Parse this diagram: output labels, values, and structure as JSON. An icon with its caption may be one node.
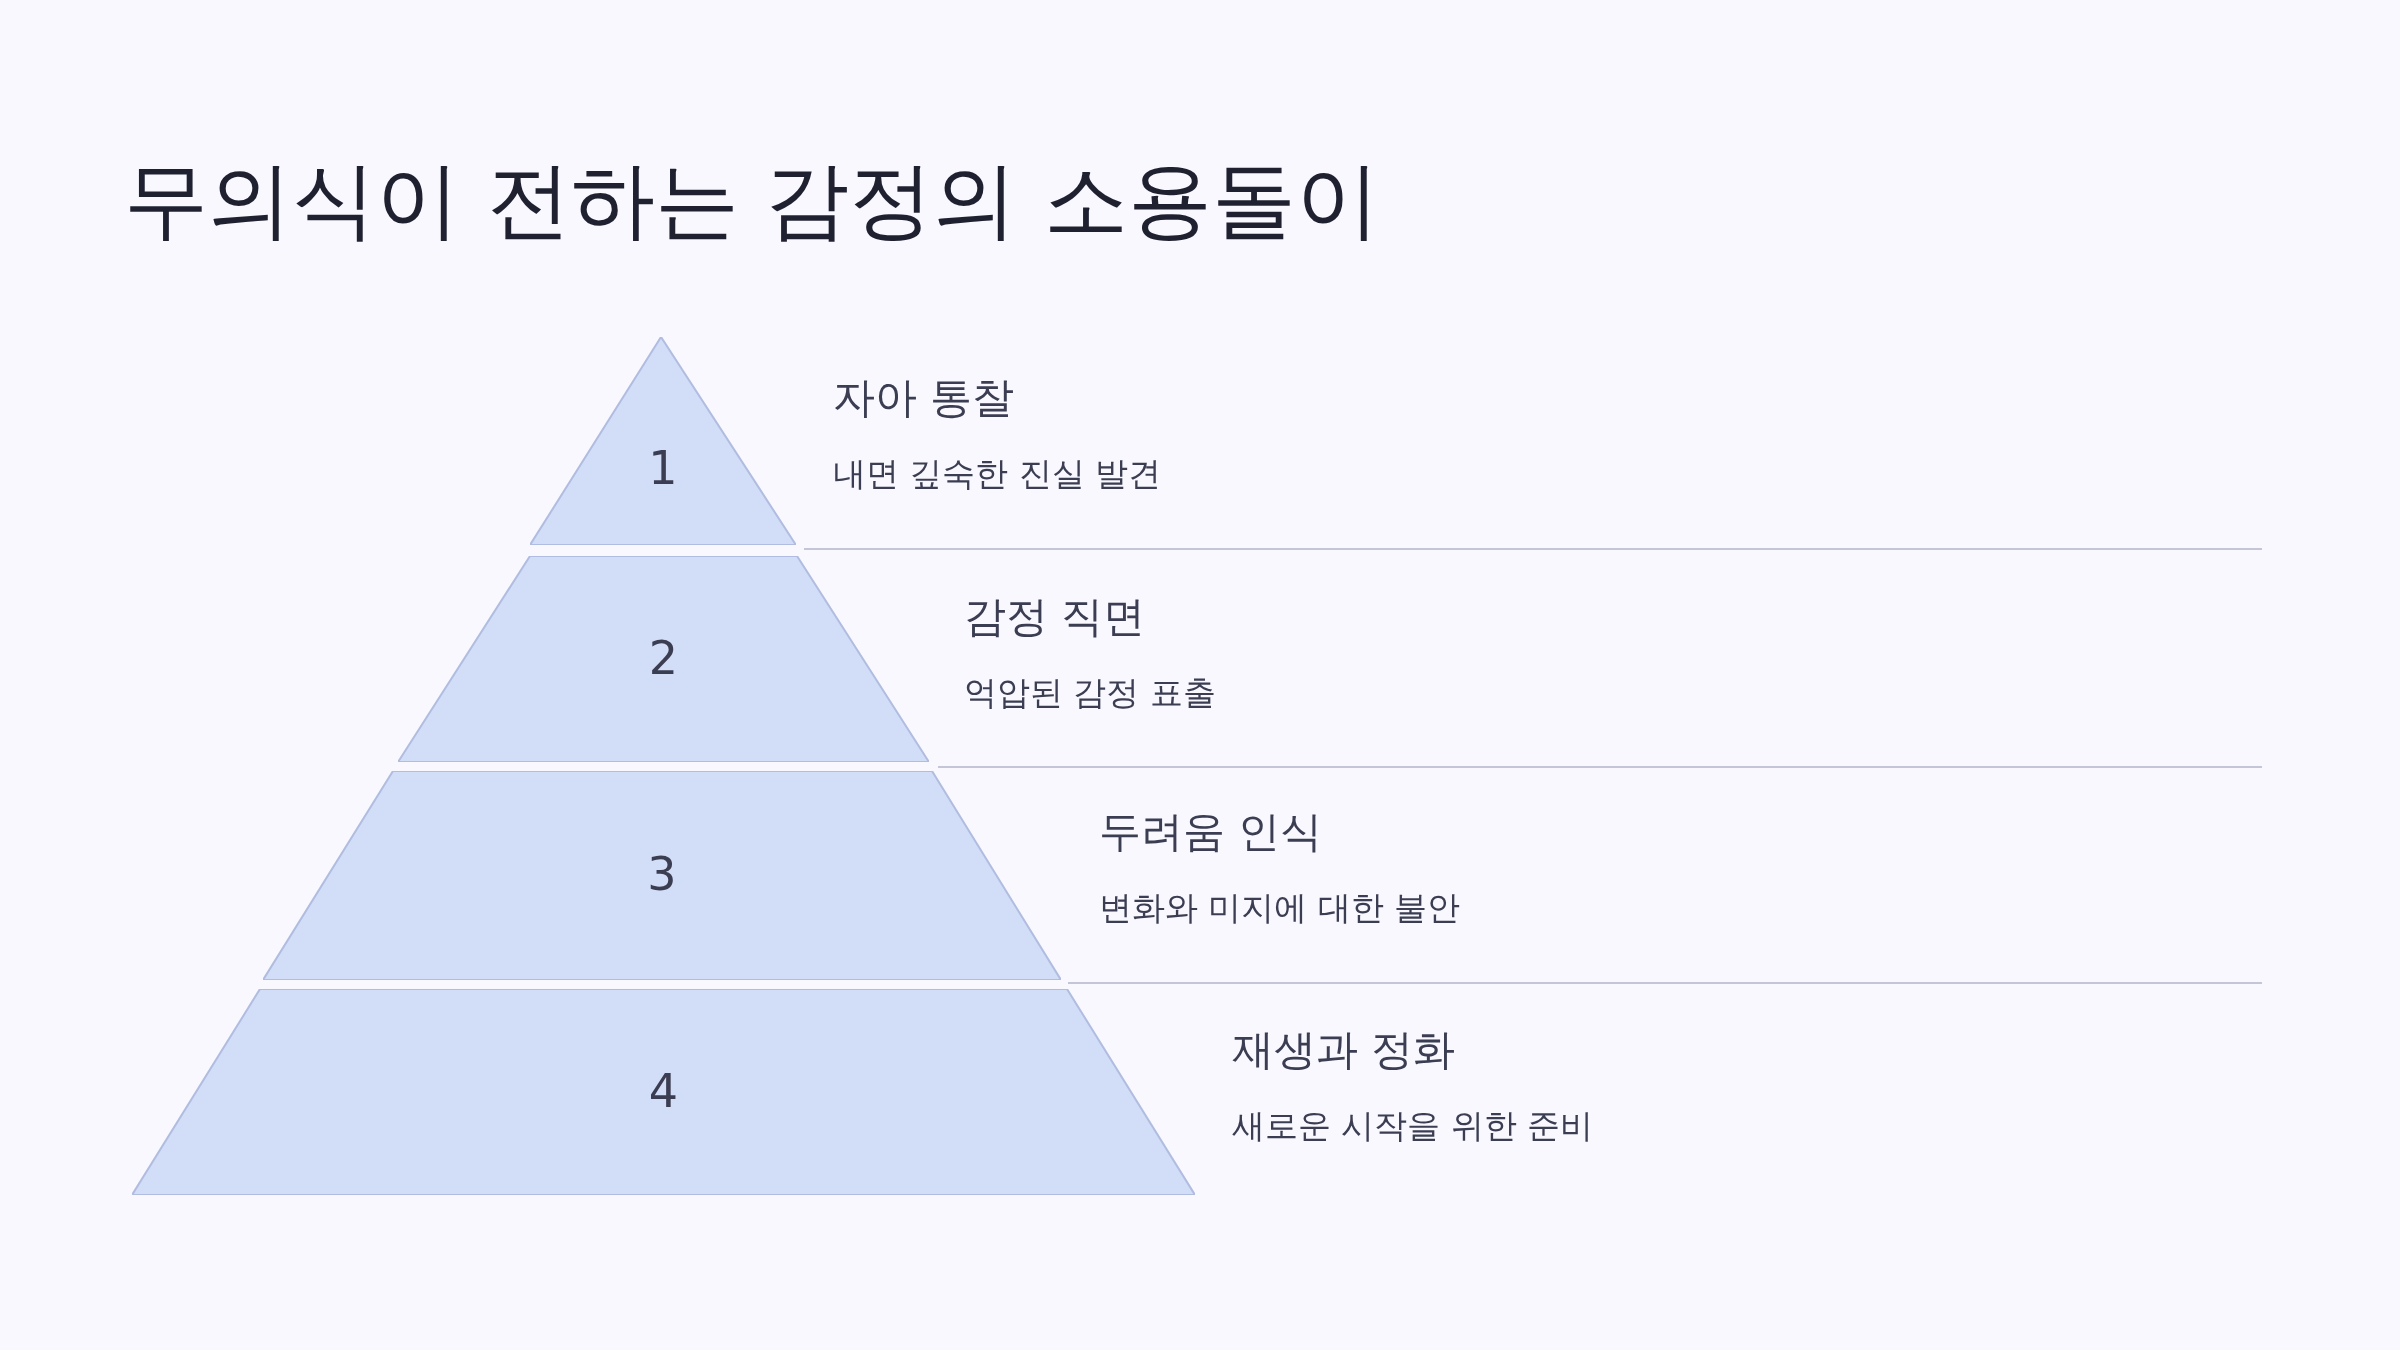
{
  "diagram": {
    "title": "무의식이 전하는 감정의 소용돌이",
    "nodes": [
      {
        "text": [
          "1"
        ],
        "beside": [
          "자아 통찰",
          "내면 깊숙한 진실 발견"
        ]
      },
      {
        "text": [
          "2"
        ],
        "beside": [
          "감정 직면",
          "억압된 감정 표출"
        ]
      },
      {
        "text": [
          "3"
        ],
        "beside": [
          "두려움 인식",
          "변화와 미지에 대한 불안"
        ]
      },
      {
        "text": [
          "4"
        ],
        "beside": [
          "재생과 정화",
          "새로운 시작을 위한 준비"
        ]
      }
    ],
    "edges": []
  }
}
